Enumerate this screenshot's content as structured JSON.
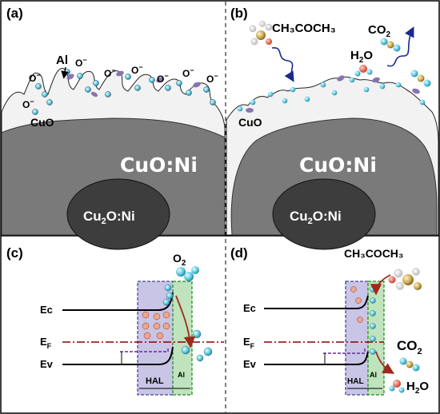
{
  "panels": {
    "a": {
      "label": "(a)",
      "al": "Al",
      "o_minus": "O",
      "o_sup": "−",
      "cuo": "CuO",
      "shell": "CuO:Ni",
      "core_main": "Cu",
      "core_sub": "2",
      "core_rest": "O:Ni"
    },
    "b": {
      "label": "(b)",
      "acetone": "CH₃COCH₃",
      "co2_main": "CO",
      "co2_sub": "2",
      "h2o_main": "H",
      "h2o_sub": "2",
      "h2o_rest": "O",
      "cuo": "CuO",
      "shell": "CuO:Ni",
      "core_main": "Cu",
      "core_sub": "2",
      "core_rest": "O:Ni"
    },
    "c": {
      "label": "(c)",
      "o2_main": "O",
      "o2_sub": "2",
      "ec": "Ec",
      "ef_main": "E",
      "ef_sub": "F",
      "ev": "Ev",
      "hal": "HAL",
      "al": "Al"
    },
    "d": {
      "label": "(d)",
      "acetone": "CH₃COCH₃",
      "ec": "Ec",
      "ef_main": "E",
      "ef_sub": "F",
      "ev": "Ev",
      "hal": "HAL",
      "al": "Al",
      "co2_main": "CO",
      "co2_sub": "2",
      "h2o_main": "H",
      "h2o_sub": "2",
      "h2o_rest": "O"
    }
  },
  "colors": {
    "shell": "#7a7a7a",
    "core": "#3d3d3d",
    "surface_layer": "#f2f2f2",
    "hal_fill": "#c9c5e6",
    "al_fill": "#bfe3bd",
    "fermi_line": "#8b0000",
    "arrow_red": "#a0281c",
    "oxygen": "#5cc9e0",
    "adsorbed_o": "#8a74b0",
    "hole": "#e7a98f"
  }
}
